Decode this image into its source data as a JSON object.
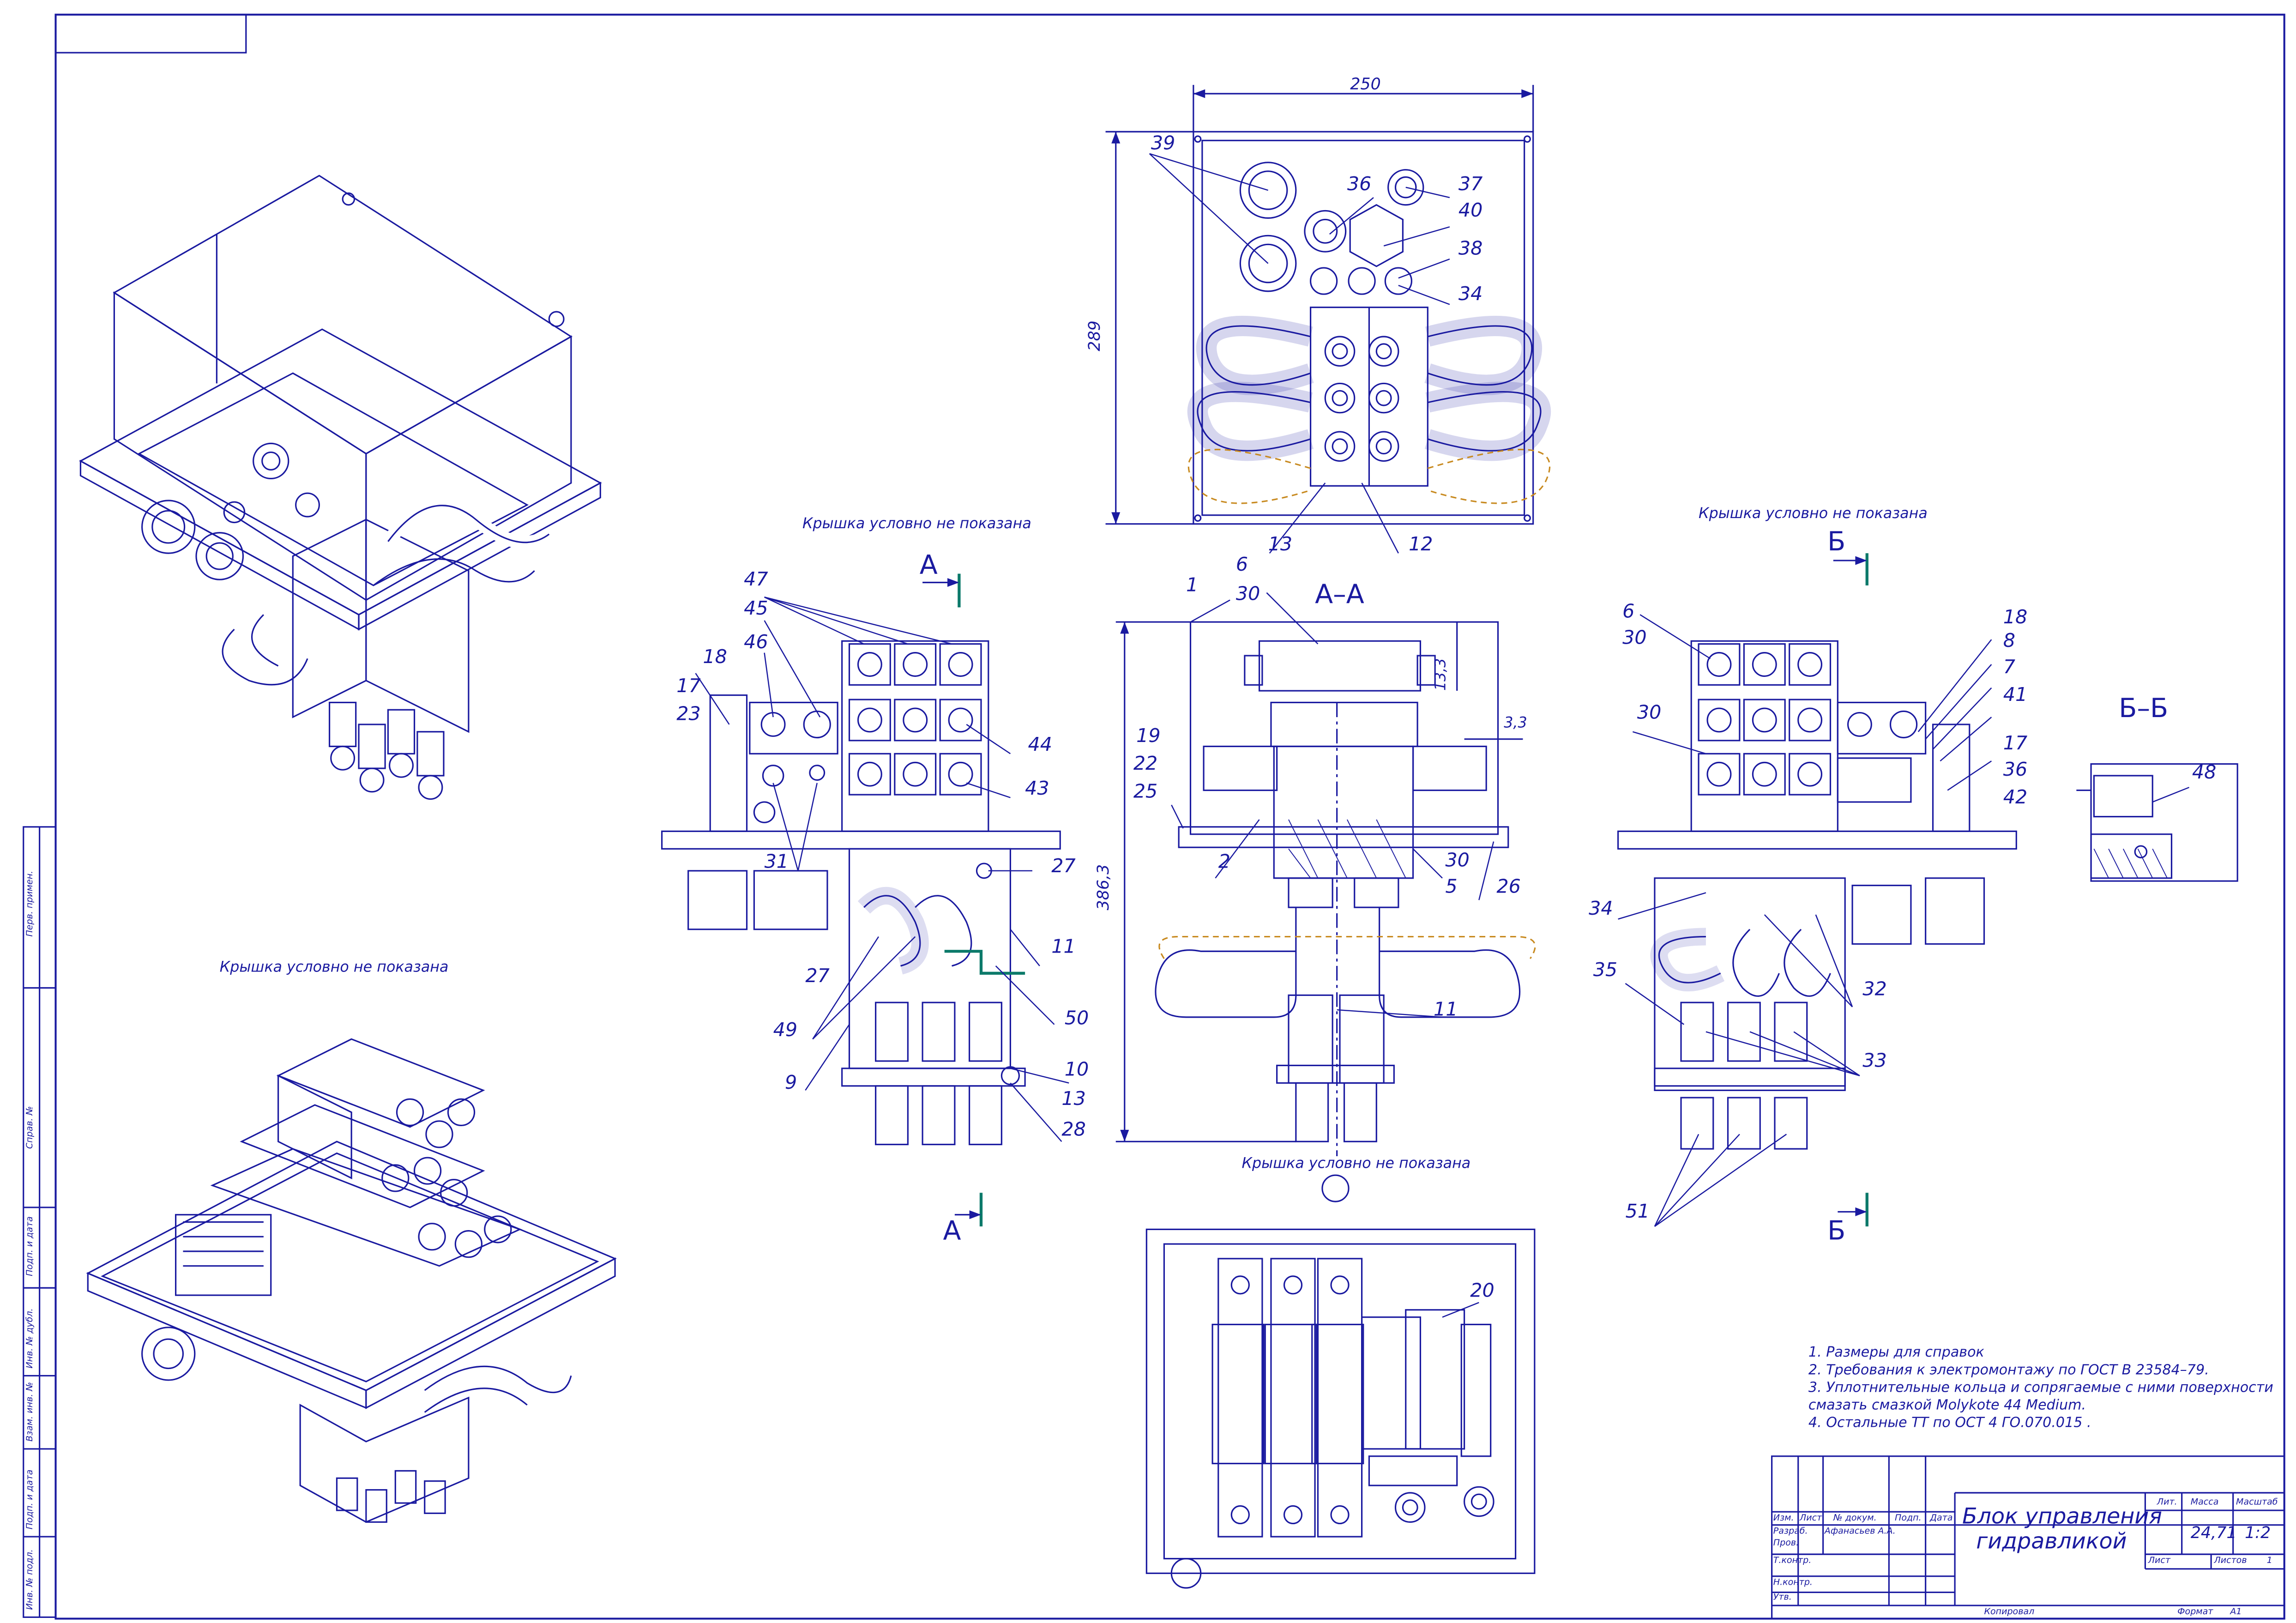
{
  "callouts": {
    "n1": "1",
    "n2": "2",
    "n5": "5",
    "n6a": "6",
    "n6b": "6",
    "n7": "7",
    "n8": "8",
    "n9": "9",
    "n10": "10",
    "n11a": "11",
    "n11b": "11",
    "n12": "12",
    "n13a": "13",
    "n13b": "13",
    "n17a": "17",
    "n17b": "17",
    "n18a": "18",
    "n18b": "18",
    "n19": "19",
    "n20": "20",
    "n22": "22",
    "n23": "23",
    "n25": "25",
    "n26": "26",
    "n27a": "27",
    "n27b": "27",
    "n28": "28",
    "n30a": "30",
    "n30b": "30",
    "n30c": "30",
    "n30d": "30",
    "n31": "31",
    "n32": "32",
    "n33": "33",
    "n34a": "34",
    "n34b": "34",
    "n35": "35",
    "n36a": "36",
    "n36b": "36",
    "n37": "37",
    "n38": "38",
    "n39": "39",
    "n40": "40",
    "n41": "41",
    "n42": "42",
    "n43": "43",
    "n44": "44",
    "n45": "45",
    "n46": "46",
    "n47": "47",
    "n48": "48",
    "n49": "49",
    "n50": "50",
    "n51": "51"
  },
  "dimensions": {
    "d250": "250",
    "d289": "289",
    "d3863": "386,3",
    "d133": "13,3",
    "d33": "3,3"
  },
  "sections": {
    "aa": "А–А",
    "bb": "Б–Б",
    "a_top": "А",
    "a_bottom": "А",
    "b_top": "Б",
    "b_bottom": "Б"
  },
  "captions": {
    "cover1": "Крышка условно не показана",
    "cover2": "Крышка условно не показана",
    "cover3": "Крышка условно не показана",
    "cover4": "Крышка условно не показана"
  },
  "notes": [
    "1. Размеры для справок",
    "2. Требования к электромонтажу по ГОСТ В 23584–79.",
    "3. Уплотнительные кольца и сопрягаемые с ними поверхности",
    "смазать смазкой Molykote 44 Medium.",
    "4.   Остальные ТТ по ОСТ 4 ГО.070.015 ."
  ],
  "title_block": {
    "title_line1": "Блок управления",
    "title_line2": "гидравликой",
    "h_izm": "Изм.",
    "h_list": "Лист",
    "h_ndok": "№ докум.",
    "h_podp": "Подп.",
    "h_data": "Дата",
    "razrab": "Разраб.",
    "razrab_name": "Афанасьев А.А.",
    "prov": "Пров.",
    "tkontr": "Т.контр.",
    "nkontr": "Н.контр.",
    "utv": "Утв.",
    "lit": "Лит.",
    "massa": "Масса",
    "masshtab": "Масштаб",
    "mass_value": "24,71",
    "scale_value": "1:2",
    "sheet": "Лист",
    "sheets": "Листов",
    "sheets_value": "1",
    "kopiroval": "Копировал",
    "format": "Формат",
    "format_value": "А1"
  },
  "side_stamps": [
    "Перв. примен.",
    "Справ. №",
    "Подп. и дата",
    "Инв. № дубл.",
    "Взам. инв. №",
    "Подп. и дата",
    "Инв. № подл."
  ],
  "colors": {
    "line": "#1a1aa0",
    "leader": "#1a1aa0",
    "accent": "#0c7a6a",
    "hose": "#c88a20"
  }
}
